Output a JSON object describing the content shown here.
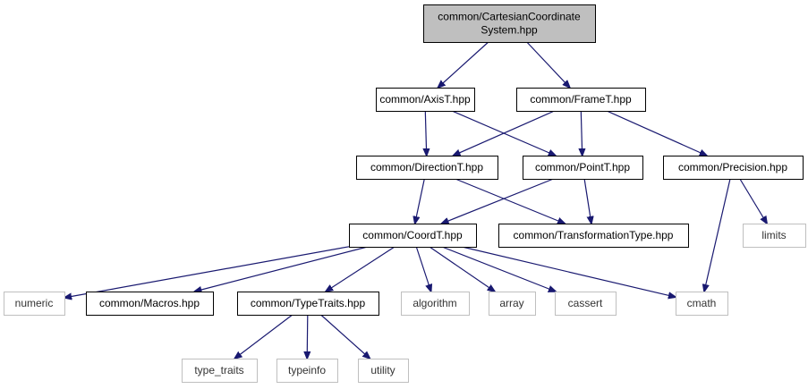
{
  "colors": {
    "edge": "#191970",
    "root_fill": "#bfbfbf",
    "root_border": "#000000",
    "project_border": "#000000",
    "system_border": "#bfbfbf",
    "node_fill": "#ffffff"
  },
  "nodes": [
    {
      "id": "root",
      "kind": "root",
      "lines": [
        "common/CartesianCoordinate",
        "System.hpp"
      ]
    },
    {
      "id": "axis",
      "kind": "project",
      "lines": [
        "common/AxisT.hpp"
      ]
    },
    {
      "id": "frame",
      "kind": "project",
      "lines": [
        "common/FrameT.hpp"
      ]
    },
    {
      "id": "direction",
      "kind": "project",
      "lines": [
        "common/DirectionT.hpp"
      ]
    },
    {
      "id": "point",
      "kind": "project",
      "lines": [
        "common/PointT.hpp"
      ]
    },
    {
      "id": "precision",
      "kind": "project",
      "lines": [
        "common/Precision.hpp"
      ]
    },
    {
      "id": "coord",
      "kind": "project",
      "lines": [
        "common/CoordT.hpp"
      ]
    },
    {
      "id": "transformation",
      "kind": "project",
      "lines": [
        "common/TransformationType.hpp"
      ]
    },
    {
      "id": "limits",
      "kind": "system",
      "lines": [
        "limits"
      ]
    },
    {
      "id": "numeric",
      "kind": "system",
      "lines": [
        "numeric"
      ]
    },
    {
      "id": "macros",
      "kind": "project",
      "lines": [
        "common/Macros.hpp"
      ]
    },
    {
      "id": "typetraits_hpp",
      "kind": "project",
      "lines": [
        "common/TypeTraits.hpp"
      ]
    },
    {
      "id": "algorithm",
      "kind": "system",
      "lines": [
        "algorithm"
      ]
    },
    {
      "id": "array",
      "kind": "system",
      "lines": [
        "array"
      ]
    },
    {
      "id": "cassert",
      "kind": "system",
      "lines": [
        "cassert"
      ]
    },
    {
      "id": "cmath",
      "kind": "system",
      "lines": [
        "cmath"
      ]
    },
    {
      "id": "type_traits",
      "kind": "system",
      "lines": [
        "type_traits"
      ]
    },
    {
      "id": "typeinfo",
      "kind": "system",
      "lines": [
        "typeinfo"
      ]
    },
    {
      "id": "utility",
      "kind": "system",
      "lines": [
        "utility"
      ]
    }
  ],
  "edges": [
    [
      "root",
      "axis"
    ],
    [
      "root",
      "frame"
    ],
    [
      "axis",
      "direction"
    ],
    [
      "axis",
      "point"
    ],
    [
      "frame",
      "direction"
    ],
    [
      "frame",
      "point"
    ],
    [
      "frame",
      "precision"
    ],
    [
      "direction",
      "coord"
    ],
    [
      "direction",
      "transformation"
    ],
    [
      "point",
      "coord"
    ],
    [
      "point",
      "transformation"
    ],
    [
      "precision",
      "cmath"
    ],
    [
      "precision",
      "limits"
    ],
    [
      "coord",
      "numeric"
    ],
    [
      "coord",
      "macros"
    ],
    [
      "coord",
      "typetraits_hpp"
    ],
    [
      "coord",
      "algorithm"
    ],
    [
      "coord",
      "array"
    ],
    [
      "coord",
      "cassert"
    ],
    [
      "coord",
      "cmath"
    ],
    [
      "typetraits_hpp",
      "type_traits"
    ],
    [
      "typetraits_hpp",
      "typeinfo"
    ],
    [
      "typetraits_hpp",
      "utility"
    ]
  ]
}
